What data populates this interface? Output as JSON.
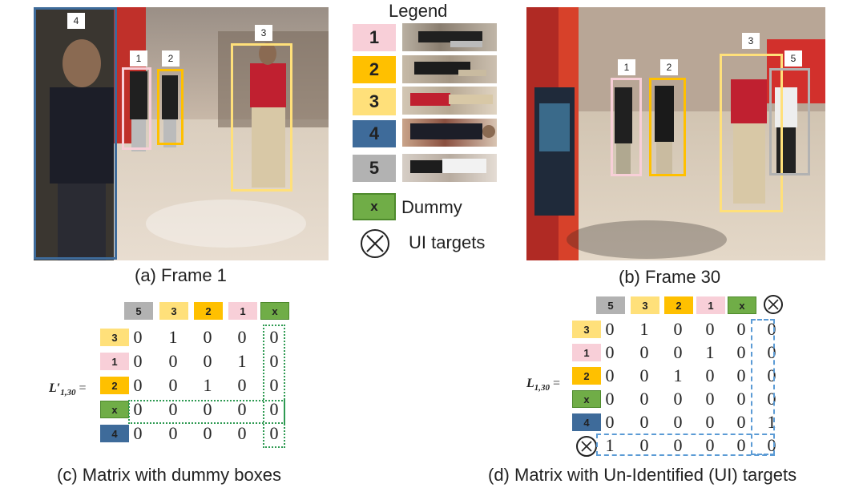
{
  "colors": {
    "c1": "#f8cfd8",
    "c2": "#ffc000",
    "c3": "#ffe07a",
    "c4": "#3e6b9a",
    "c5": "#b2b2b2",
    "dummy": "#70ad47",
    "dummy_border": "#4e8a2c",
    "green_dot": "#2e9a52",
    "blue_dash": "#5b9bd5"
  },
  "frame1": {
    "caption": "(a) Frame  1",
    "boxes": [
      {
        "id": "1",
        "label": "1",
        "color": "#f8cfd8"
      },
      {
        "id": "2",
        "label": "2",
        "color": "#ffc000"
      },
      {
        "id": "3",
        "label": "3",
        "color": "#ffe07a"
      },
      {
        "id": "4",
        "label": "4",
        "color": "#3e6b9a"
      }
    ]
  },
  "frame30": {
    "caption": "(b) Frame  30",
    "boxes": [
      {
        "id": "1",
        "label": "1",
        "color": "#f8cfd8"
      },
      {
        "id": "2",
        "label": "2",
        "color": "#ffc000"
      },
      {
        "id": "3",
        "label": "3",
        "color": "#ffe07a"
      },
      {
        "id": "5",
        "label": "5",
        "color": "#b2b2b2"
      }
    ]
  },
  "legend": {
    "title": "Legend",
    "items": [
      {
        "label": "1",
        "color": "#f8cfd8"
      },
      {
        "label": "2",
        "color": "#ffc000"
      },
      {
        "label": "3",
        "color": "#ffe07a"
      },
      {
        "label": "4",
        "color": "#3e6b9a"
      },
      {
        "label": "5",
        "color": "#b2b2b2"
      }
    ],
    "dummy_chip": "x",
    "dummy_text": "Dummy",
    "ui_text": "UI targets"
  },
  "matrix_c": {
    "label": "L′1,30 =",
    "label_main": "L′",
    "label_sub": "1,30",
    "label_eq": "=",
    "col_headers": [
      "5",
      "3",
      "2",
      "1",
      "x"
    ],
    "row_headers": [
      "3",
      "1",
      "2",
      "x",
      "4"
    ],
    "rows": [
      [
        "0",
        "1",
        "0",
        "0",
        "0"
      ],
      [
        "0",
        "0",
        "0",
        "1",
        "0"
      ],
      [
        "0",
        "0",
        "1",
        "0",
        "0"
      ],
      [
        "0",
        "0",
        "0",
        "0",
        "0"
      ],
      [
        "0",
        "0",
        "0",
        "0",
        "0"
      ]
    ],
    "caption": "(c) Matrix with dummy boxes"
  },
  "matrix_d": {
    "label": "L1,30 =",
    "label_main": "L",
    "label_sub": "1,30",
    "label_eq": "=",
    "col_headers": [
      "5",
      "3",
      "2",
      "1",
      "x",
      "⊗"
    ],
    "row_headers": [
      "3",
      "1",
      "2",
      "x",
      "4",
      "⊗"
    ],
    "rows": [
      [
        "0",
        "1",
        "0",
        "0",
        "0",
        "0"
      ],
      [
        "0",
        "0",
        "0",
        "1",
        "0",
        "0"
      ],
      [
        "0",
        "0",
        "1",
        "0",
        "0",
        "0"
      ],
      [
        "0",
        "0",
        "0",
        "0",
        "0",
        "0"
      ],
      [
        "0",
        "0",
        "0",
        "0",
        "0",
        "1"
      ],
      [
        "1",
        "0",
        "0",
        "0",
        "0",
        "0"
      ]
    ],
    "caption": "(d) Matrix with Un-Identified (UI) targets"
  }
}
